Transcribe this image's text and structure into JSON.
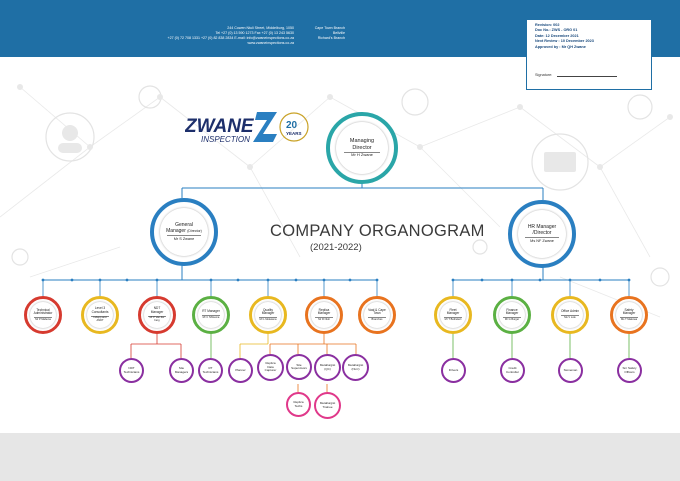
{
  "header": {
    "address_lines": [
      "244 Cowen Ntuli Street, Middelburg, 1050",
      "Tel +27 (0) 13 590 1273   Fax +27 (0) 13 243 5630",
      "+27 (0) 72 708 1331 +27 (0) 82 838 2834   E-mail: info@zwaneinspections.co.za",
      "www.zwaneinspections.co.za"
    ],
    "branches": [
      "Cape Town Branch",
      "Bellville",
      "Richard's Branch"
    ],
    "revision": {
      "lines": [
        "Revision: 002",
        "Doc No.: ZWS - ORG 01",
        "Date: 12 December 2021",
        "Next Review : 10 December 2023",
        "Approved by : Mr QH Zwane"
      ],
      "signature_label": "Signature"
    }
  },
  "logo": {
    "wordmark": "ZWANE",
    "tagline": "INSPECTION",
    "badge_number": "20",
    "badge_text": "YEARS"
  },
  "title": "COMPANY ORGANOGRAM",
  "subtitle": "(2021-2022)",
  "colors": {
    "header_blue": "#1f6fa5",
    "line_blue": "#2a7fc1",
    "teal": "#2aa6a8",
    "red": "#d63a2f",
    "yellow": "#e8b820",
    "green": "#5bb043",
    "orange": "#e8731f",
    "purple": "#8a2fa0",
    "pink": "#e0388a"
  },
  "top": {
    "title": "Managing Director",
    "person": "Mr H Zwane"
  },
  "gm": {
    "title": "General Manager",
    "title_note": "(Director)",
    "person": "Mr S Zwane"
  },
  "hr": {
    "title": "HR Manager /Director",
    "person": "Ms NF Zwane"
  },
  "managers": [
    {
      "title": "Technical Administrator",
      "person": "Mr P Mabena"
    },
    {
      "title": "Level 3 Consultants",
      "person": "Indepp and ANDT"
    },
    {
      "title": "NDT Manager",
      "person": "Mr P Van der berg"
    },
    {
      "title": "RT Manager",
      "person": "Mr C Nhlouma"
    },
    {
      "title": "Quality Manager",
      "person": "Mr L Mokwena"
    },
    {
      "title": "Replica Manager",
      "person": "Mr R Ntuli"
    },
    {
      "title": "Vaal & Cape Town",
      "person": "Branches"
    },
    {
      "title": "Fleet Manager",
      "person": "Mr T Buthelezi"
    },
    {
      "title": "Finance Manager",
      "person": "Mr G Burger"
    },
    {
      "title": "Office Admin",
      "person": "Ms V Lule"
    },
    {
      "title": "Safety Manager",
      "person": "Ms T Makuwa"
    }
  ],
  "staff": [
    {
      "label": "NDT Technicians"
    },
    {
      "label": "Site Managers"
    },
    {
      "label": "RT Technicians"
    },
    {
      "label": "Planner"
    },
    {
      "label": "Replica Data Capturer"
    },
    {
      "label": "Site Supervisors"
    },
    {
      "label": "Metallurgist (QC)"
    },
    {
      "label": "Metallurgist (NLC)"
    },
    {
      "label": "Replica Techs"
    },
    {
      "label": "Metallurgist Trainee"
    },
    {
      "label": "Drivers"
    },
    {
      "label": "Credit Controller"
    },
    {
      "label": "Stoneman"
    },
    {
      "label": "Snr Safety Officers"
    }
  ]
}
